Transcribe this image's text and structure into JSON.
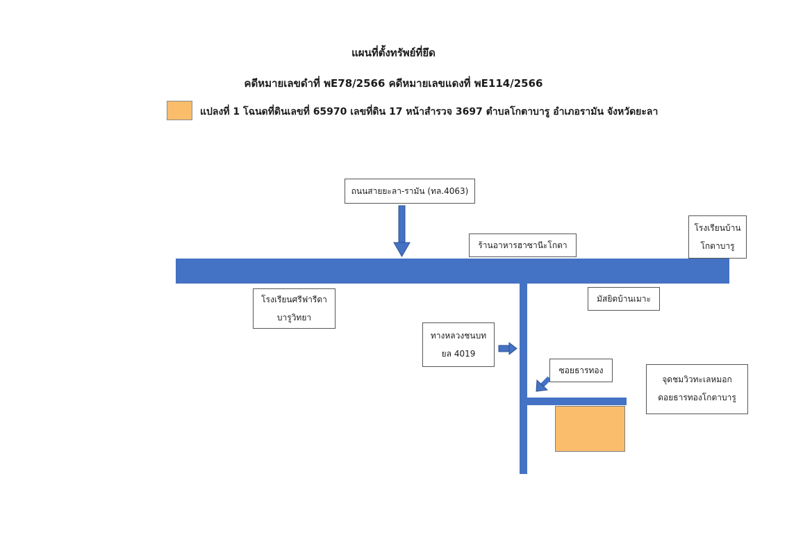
{
  "header": {
    "title": "แผนที่ตั้งทรัพย์ที่ยึด",
    "case_numbers": "คดีหมายเลขดำที่ พE78/2566 คดีหมายเลขแดงที่ พE114/2566"
  },
  "legend": {
    "color": "#f9bd6b",
    "text": "แปลงที่ 1 โฉนดที่ดินเลขที่ 65970 เลขที่ดิน 17 หน้าสำรวจ 3697 ตำบลโกตาบารู อำเภอรามัน จังหวัดยะลา"
  },
  "map": {
    "road_color": "#4472c4",
    "labels": {
      "highway": "ถนนสายยะลา-รามัน (ทล.4063)",
      "restaurant": "ร้านอาหารฮาซานีะโกตา",
      "school_kota_1": "โรงเรียนบ้าน",
      "school_kota_2": "โกตาบารู",
      "school_sri_1": "โรงเรียนศรีฟารีดา",
      "school_sri_2": "บารูวิทยา",
      "mosque": "มัสยิดบ้านเมาะ",
      "rural_road_1": "ทางหลวงชนบท",
      "rural_road_2": "ยล 4019",
      "soi": "ซอยธารทอง",
      "viewpoint_1": "จุดชมวิวทะเลหมอก",
      "viewpoint_2": "ดอยธารทองโกตาบารู"
    }
  }
}
